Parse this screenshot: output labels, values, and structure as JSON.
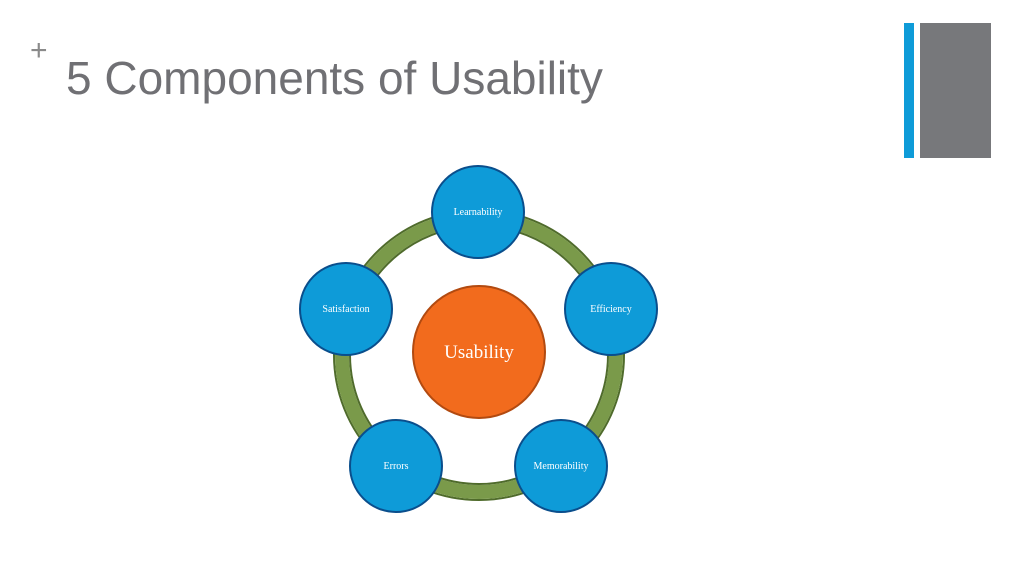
{
  "slide": {
    "plus_symbol": "+",
    "title": "5 Components of Usability"
  },
  "diagram": {
    "center": {
      "label": "Usability",
      "fill": "#F26B1D",
      "stroke": "#B24A10"
    },
    "ring": {
      "fill": "#7A9A4A",
      "stroke": "#4F6B2B"
    },
    "node_style": {
      "fill": "#0E9BD8",
      "stroke": "#0A4E8C"
    },
    "nodes": [
      {
        "label": "Learnability"
      },
      {
        "label": "Efficiency"
      },
      {
        "label": "Memorability"
      },
      {
        "label": "Errors"
      },
      {
        "label": "Satisfaction"
      }
    ]
  },
  "accents": {
    "blue": "#0E9BD8",
    "gray": "#77787B"
  }
}
